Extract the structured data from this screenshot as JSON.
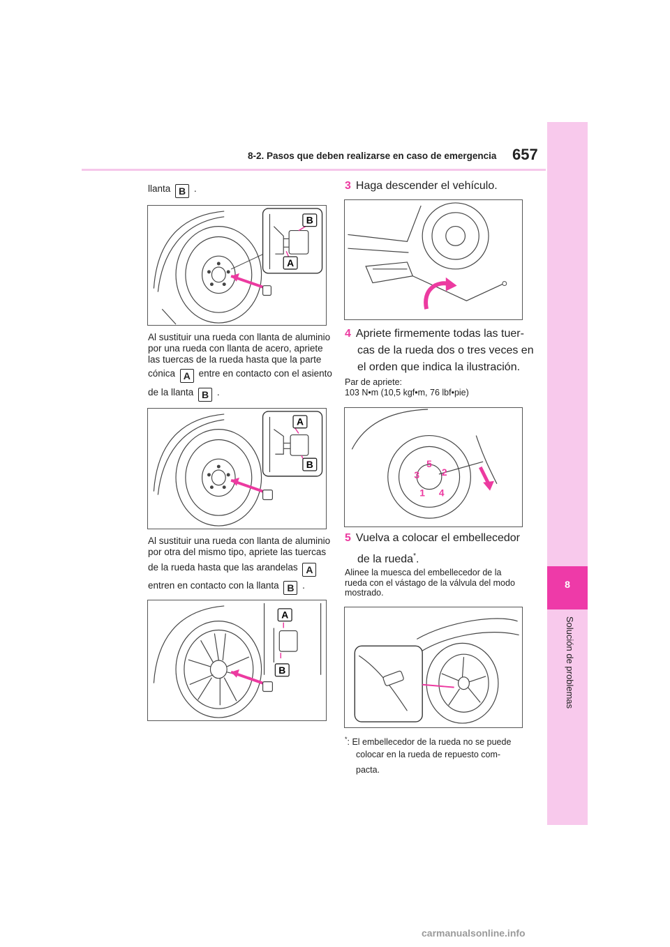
{
  "header": {
    "section_title": "8-2. Pasos que deben realizarse en caso de emergencia",
    "page_number": "657"
  },
  "side_tab": {
    "chapter_number": "8",
    "chapter_label": "Solución de problemas"
  },
  "left": {
    "intro_prefix": "llanta",
    "intro_chip": "B",
    "intro_suffix": ".",
    "para1": {
      "text": "Al sustituir una rueda con llanta de aluminio por una rueda con llanta de acero, apriete las tuercas de la rueda hasta que la parte",
      "line2_prefix": "cónica",
      "chip_a": "A",
      "line2_suffix": "entre en contacto con el asiento",
      "line3_prefix": "de la llanta",
      "chip_b": "B",
      "line3_suffix": "."
    },
    "para2": {
      "text": "Al sustituir una rueda con llanta de aluminio por otra del mismo tipo, apriete las tuercas",
      "line2_prefix": "de la rueda hasta que las arandelas",
      "chip_a": "A",
      "line3_prefix": "entren en contacto con la llanta",
      "chip_b": "B",
      "line3_suffix": "."
    },
    "fig_labels": {
      "a": "A",
      "b": "B"
    }
  },
  "right": {
    "step3": {
      "num": "3",
      "text": "Haga descender el vehículo."
    },
    "step4": {
      "num": "4",
      "text_l1": "Apriete firmemente todas las tuer-",
      "text_l2": "cas de la rueda dos o tres veces en",
      "text_l3": "el orden que indica la ilustración."
    },
    "torque": {
      "label": "Par de apriete:",
      "value": "103 N•m (10,5 kgf•m, 76 lbf•pie)"
    },
    "sequence": [
      "1",
      "2",
      "3",
      "4",
      "5"
    ],
    "step5": {
      "num": "5",
      "text_l1": "Vuelva a colocar el embellecedor",
      "text_l2": "de la rueda",
      "asterisk": "*",
      "text_end": "."
    },
    "step5_note": "Alinee la muesca del embellecedor de la rueda con el vástago de la válvula del modo mostrado.",
    "footnote": {
      "marker": "*",
      "text_l1": ":  El embellecedor de la rueda no se puede",
      "text_l2": "colocar en la rueda de repuesto com-",
      "text_l3": "pacta."
    }
  },
  "watermark": "carmanualsonline.info",
  "colors": {
    "accent": "#ec3aa0",
    "tab_light": "#f8c9ec",
    "tab_dark": "#ee3aa8"
  }
}
